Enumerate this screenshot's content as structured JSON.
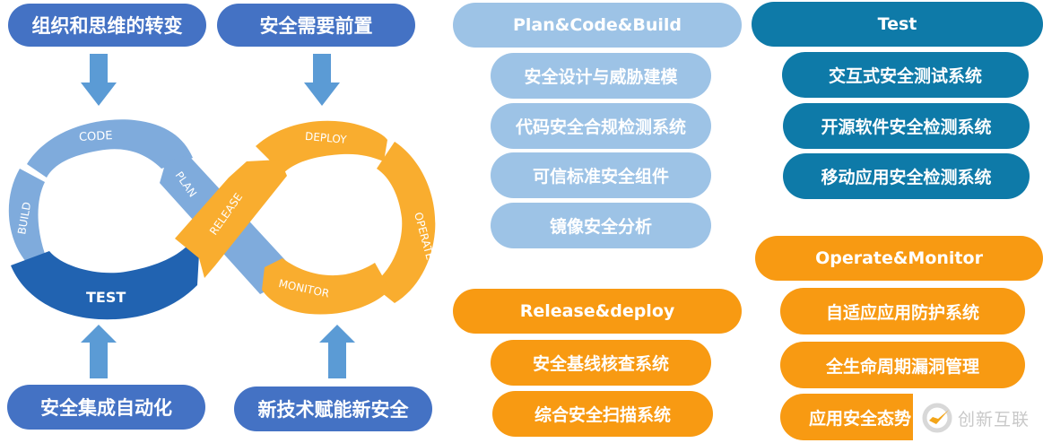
{
  "left_panel": {
    "top_labels": [
      "组织和思维的转变",
      "安全需要前置"
    ],
    "bottom_labels": [
      "安全集成自动化",
      "新技术赋能新安全"
    ],
    "cycle": {
      "left_loop": [
        "CODE",
        "BUILD",
        "TEST",
        "PLAN"
      ],
      "right_loop": [
        "RELEASE",
        "DEPLOY",
        "OPERATE",
        "MONITOR"
      ]
    }
  },
  "columns": {
    "plan_code_build": {
      "title": "Plan&Code&Build",
      "items": [
        "安全设计与威胁建模",
        "代码安全合规检测系统",
        "可信标准安全组件",
        "镜像安全分析"
      ]
    },
    "test": {
      "title": "Test",
      "items": [
        "交互式安全测试系统",
        "开源软件安全检测系统",
        "移动应用安全检测系统"
      ]
    },
    "release_deploy": {
      "title": "Release&deploy",
      "items": [
        "安全基线核查系统",
        "综合安全扫描系统"
      ]
    },
    "operate_monitor": {
      "title": "Operate&Monitor",
      "items": [
        "自适应应用防护系统",
        "全生命周期漏洞管理",
        "应用安全态势"
      ]
    }
  },
  "watermark": {
    "text": "创新互联"
  },
  "colors": {
    "dark_blue": "#4472c4",
    "light_blue": "#9dc3e6",
    "teal": "#0e7aa8",
    "orange": "#f89a12",
    "loop_light": "#7fabdc",
    "loop_dark": "#2163b1",
    "loop_orange": "#f9ad2f",
    "arrow_blue": "#5b9bd5"
  }
}
